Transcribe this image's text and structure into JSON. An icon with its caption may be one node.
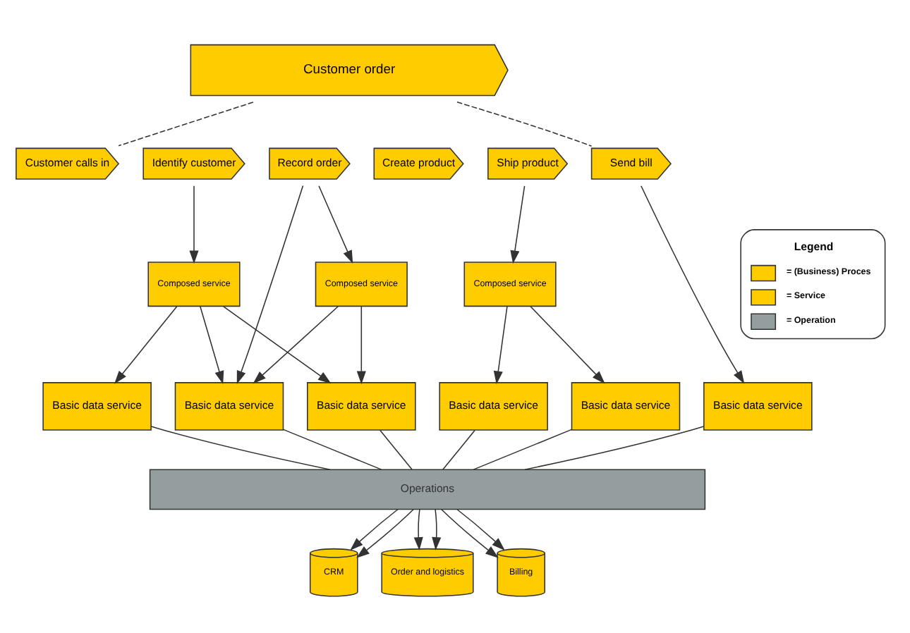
{
  "diagram": {
    "nodes": [
      {
        "text": [
          "Customer order"
        ]
      },
      {
        "text": [
          "Customer calls in"
        ]
      },
      {
        "text": [
          "Identify customer"
        ]
      },
      {
        "text": [
          "Record order"
        ]
      },
      {
        "text": [
          "Create product"
        ]
      },
      {
        "text": [
          "Ship product"
        ]
      },
      {
        "text": [
          "Send bill"
        ]
      },
      {
        "text": [
          "Composed service"
        ]
      },
      {
        "text": [
          "Composed service"
        ]
      },
      {
        "text": [
          "Composed service"
        ]
      },
      {
        "text": [
          "Basic data service"
        ]
      },
      {
        "text": [
          "Basic data service"
        ]
      },
      {
        "text": [
          "Basic data service"
        ]
      },
      {
        "text": [
          "Basic data service"
        ]
      },
      {
        "text": [
          "Basic data service"
        ]
      },
      {
        "text": [
          "Basic data service"
        ]
      },
      {
        "text": [
          "Operations"
        ]
      },
      {
        "text": [
          "CRM"
        ]
      },
      {
        "text": [
          "Order and logistics"
        ]
      },
      {
        "text": [
          "Billing"
        ]
      }
    ],
    "edges": [
      {
        "from": 0,
        "to": 1,
        "arrow": "none",
        "style": "dashed"
      },
      {
        "from": 0,
        "to": 6,
        "arrow": "none",
        "style": "dashed"
      },
      {
        "from": 2,
        "to": 7,
        "arrow": "to"
      },
      {
        "from": 3,
        "to": 8,
        "arrow": "to"
      },
      {
        "from": 3,
        "to": 11,
        "arrow": "to"
      },
      {
        "from": 5,
        "to": 9,
        "arrow": "to"
      },
      {
        "from": 6,
        "to": 15,
        "arrow": "to"
      },
      {
        "from": 7,
        "to": 10,
        "arrow": "to"
      },
      {
        "from": 7,
        "to": 11,
        "arrow": "to"
      },
      {
        "from": 7,
        "to": 12,
        "arrow": "to"
      },
      {
        "from": 8,
        "to": 11,
        "arrow": "to"
      },
      {
        "from": 8,
        "to": 12,
        "arrow": "to"
      },
      {
        "from": 9,
        "to": 13,
        "arrow": "to"
      },
      {
        "from": 9,
        "to": 14,
        "arrow": "to"
      },
      {
        "from": 10,
        "to": 16,
        "arrow": "none"
      },
      {
        "from": 11,
        "to": 16,
        "arrow": "none"
      },
      {
        "from": 12,
        "to": 16,
        "arrow": "none"
      },
      {
        "from": 13,
        "to": 16,
        "arrow": "none"
      },
      {
        "from": 14,
        "to": 16,
        "arrow": "none"
      },
      {
        "from": 15,
        "to": 16,
        "arrow": "none"
      },
      {
        "from": 16,
        "to": 17,
        "arrow": "to"
      },
      {
        "from": 16,
        "to": 17,
        "arrow": "to"
      },
      {
        "from": 16,
        "to": 18,
        "arrow": "to"
      },
      {
        "from": 16,
        "to": 18,
        "arrow": "to"
      },
      {
        "from": 16,
        "to": 19,
        "arrow": "to"
      },
      {
        "from": 16,
        "to": 19,
        "arrow": "to"
      }
    ],
    "labels": [
      "Legend"
    ],
    "legend": [
      {
        "text": "= (Business) Proces"
      },
      {
        "text": "= Service",
        "color": "#ffcc00"
      },
      {
        "text": "= Operation",
        "color": "#959e9e"
      }
    ]
  }
}
